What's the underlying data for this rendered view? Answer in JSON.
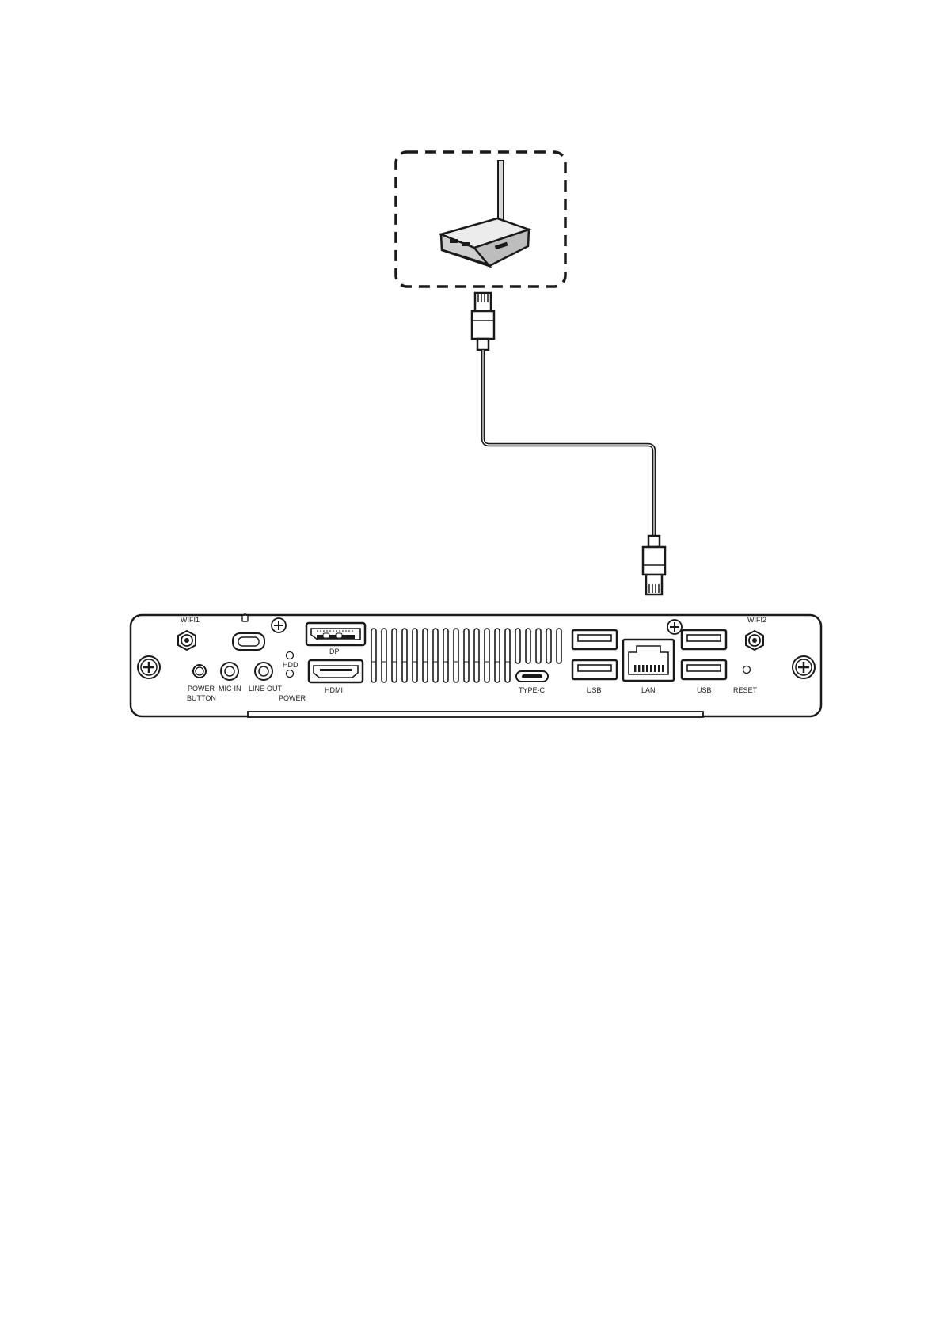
{
  "diagram": {
    "labels": {
      "wifi1": "WIFI1",
      "wifi2": "WIFI2",
      "power_button_line1": "POWER",
      "power_button_line2": "BUTTON",
      "mic_in": "MIC-IN",
      "line_out": "LINE-OUT",
      "hdd": "HDD",
      "power": "POWER",
      "dp": "DP",
      "hdmi": "HDMI",
      "type_c": "TYPE-C",
      "usb_left": "USB",
      "lan": "LAN",
      "usb_right": "USB",
      "reset": "RESET"
    },
    "colors": {
      "line": "#1a1a1a",
      "router_top": "#ececec",
      "router_side": "#cfcfcf"
    },
    "icons": [
      "router-icon",
      "rj45-plug-icon",
      "screw-icon",
      "lock-icon"
    ]
  }
}
